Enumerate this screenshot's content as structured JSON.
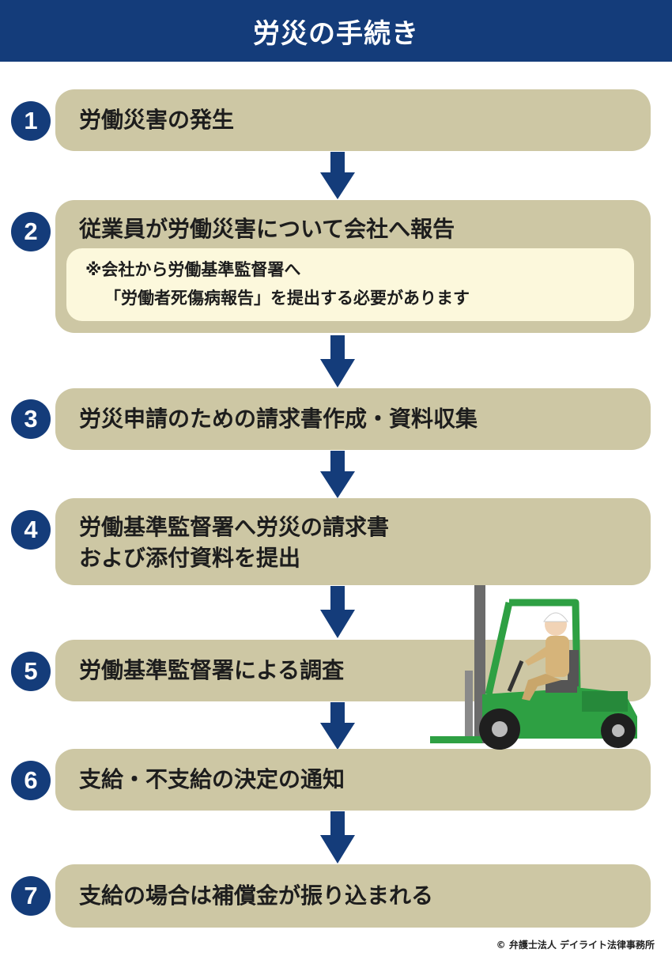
{
  "header": {
    "title": "労災の手続き"
  },
  "steps": [
    {
      "number": "1",
      "line1": "労働災害の発生",
      "line2": ""
    },
    {
      "number": "2",
      "line1": "従業員が労働災害について会社へ報告",
      "line2": ""
    },
    {
      "number": "3",
      "line1": "労災申請のための請求書作成・資料収集",
      "line2": ""
    },
    {
      "number": "4",
      "line1": "労働基準監督署へ労災の請求書",
      "line2": "および添付資料を提出"
    },
    {
      "number": "5",
      "line1": "労働基準監督署による調査",
      "line2": ""
    },
    {
      "number": "6",
      "line1": "支給・不支給の決定の通知",
      "line2": ""
    },
    {
      "number": "7",
      "line1": "支給の場合は補償金が振り込まれる",
      "line2": ""
    }
  ],
  "note": {
    "line1": "※会社から労働基準監督署へ",
    "line2": "「労働者死傷病報告」を提出する必要があります"
  },
  "copyright": "© 弁護士法人 デイライト法律事務所",
  "colors": {
    "navy": "#143c7a",
    "box": "#cdc7a4",
    "note_bg": "#fcf8dc",
    "forklift_green": "#2ea043"
  }
}
